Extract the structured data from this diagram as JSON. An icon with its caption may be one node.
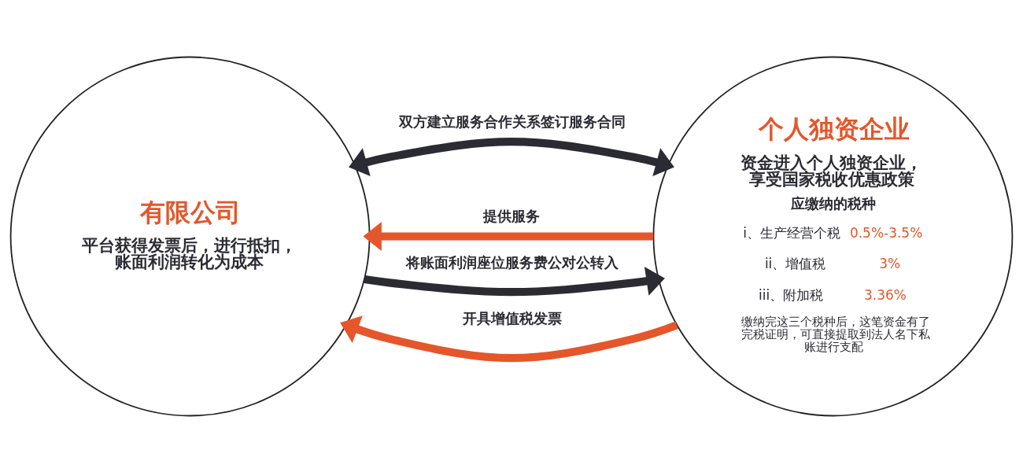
{
  "diagram": {
    "nodes": [
      {
        "text": [
          "有限公司",
          "平台获得发票后，进行抵扣，账面利润转化为成本"
        ]
      },
      {
        "text": [
          "个人独资企业",
          "资金进入个人独资企业，享受国家税收优惠政策",
          "应缴纳的税种",
          "i、生产经营个税",
          "0.5%-3.5%",
          "ii、增值税",
          "3%",
          "iii、附加税",
          "3.36%",
          "缴纳完这三个税种后，这笔资金有了完税证明，可直接提取到法人名下私账进行支配"
        ]
      }
    ],
    "edges": [
      {
        "from": 0,
        "to": 1,
        "arrow": "both",
        "label": "双方建立服务合作关系签订服务合同"
      },
      {
        "from": 1,
        "to": 0,
        "arrow": "to",
        "label": "提供服务",
        "color": "#e5562a"
      },
      {
        "from": 0,
        "to": 1,
        "arrow": "to",
        "label": "将账面利润座位服务费公对公转入"
      },
      {
        "from": 1,
        "to": 0,
        "arrow": "to",
        "label": "开具增值税发票",
        "color": "#e5562a"
      }
    ]
  }
}
